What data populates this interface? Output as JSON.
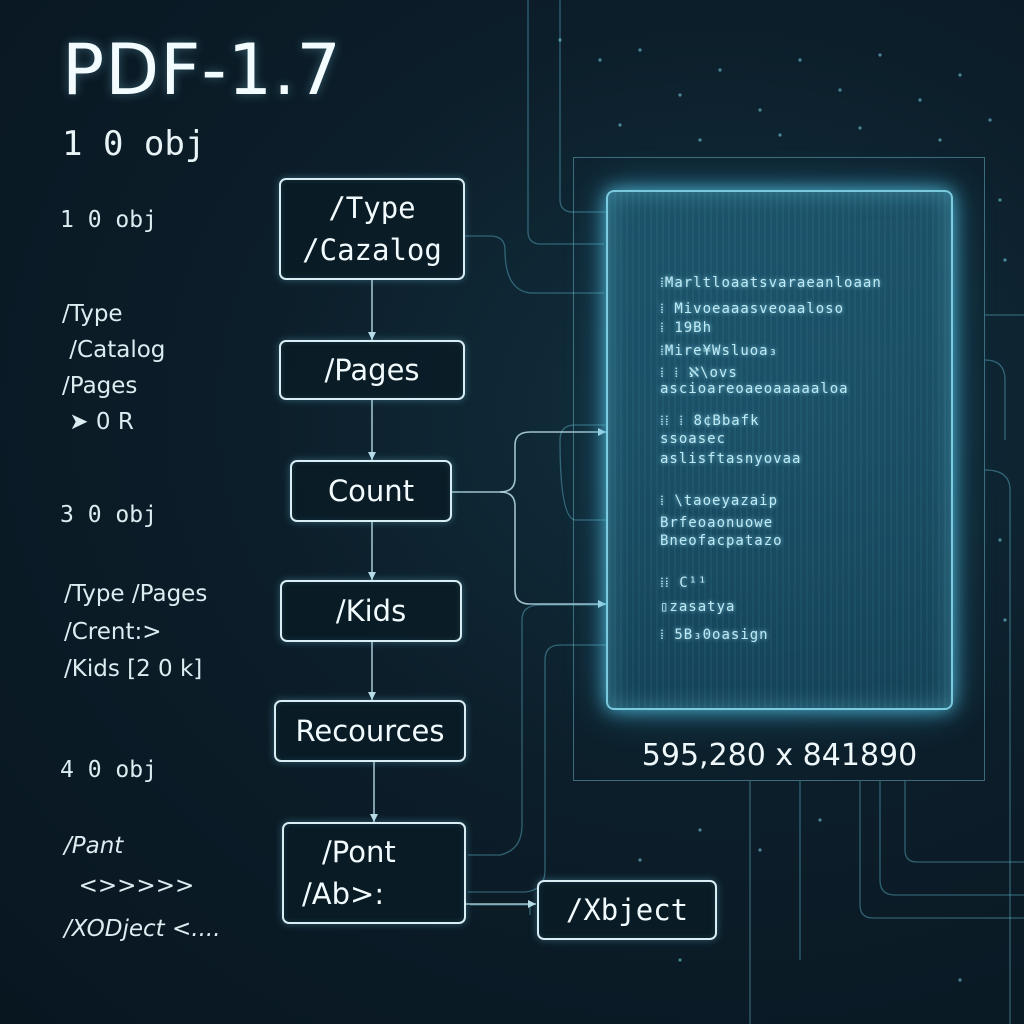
{
  "header": {
    "title": "PDF-1.7",
    "subtitle": "1 0 obj"
  },
  "left_code": {
    "obj1_header": "1 0 obj",
    "obj1_lines": [
      "/Type",
      " /Catalog",
      "/Pages",
      " ➤ 0 R"
    ],
    "obj3_header": "3 0 obj",
    "obj3_lines": [
      "/Type /Pages",
      "/Crent:>",
      "/Kids [2 0 k]"
    ],
    "obj4_header": "4 0 obj",
    "obj4_lines": [
      "/Pant",
      "  <>>>>>",
      "/XODject <...."
    ]
  },
  "nodes": {
    "catalog": [
      "/Type",
      "/Cazalog"
    ],
    "pages": "/Pages",
    "count": "Count",
    "kids": "/Kids",
    "resources": "Recources",
    "font": [
      "/Pont",
      "/Ab>:"
    ],
    "xobject": "/Xbject"
  },
  "page_preview": {
    "lines": [
      "⁞Marltloaatsvaraeanloaan",
      "⁞ Mivoeaaasveoaaloso",
      "⁞ 19Bh",
      "⁞Mire¥Wsluoa₃",
      "⁞ ⁞ ℵ\\ovs",
      "   ascioareoaeoaaaaaloa",
      "⁞⁞ ⁞ 8¢Bbafk",
      "   ssoasec",
      "   aslisftasnyovaa",
      "⁞ \\taoeyazaip",
      "   Brfeoaonuowe",
      "   Bneofacpatazo",
      "⁞⁞ C¹¹",
      "   ▯zasatya",
      "⁞ 5B₃0oasign"
    ],
    "dimensions": "595,280 x 841890"
  },
  "colors": {
    "background": "#0c1e2a",
    "accent": "#7fdcef",
    "node_border": "#d8eef4",
    "text": "#e8f3f6"
  }
}
